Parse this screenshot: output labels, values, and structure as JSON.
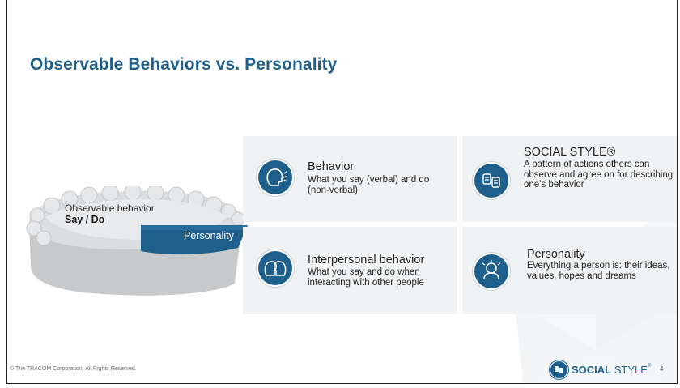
{
  "slide": {
    "title": "Observable Behaviors vs. Personality",
    "page_number": "4",
    "footer": "© The TRACOM Corporation. All Rights Reserved."
  },
  "pie": {
    "observable_label": "Observable behavior",
    "say_do_label": "Say / Do",
    "personality_label": "Personality",
    "crust_color": "#d7d8d9",
    "slice_color": "#1f5f8b"
  },
  "cards": [
    {
      "title": "Behavior",
      "text": "What you say (verbal) and do (non-verbal)",
      "icon": "head-speaking-icon"
    },
    {
      "title": "SOCIAL STYLE®",
      "text": "A pattern of actions others can observe and agree on for describing one’s behavior",
      "icon": "hands-shaking-icon"
    },
    {
      "title": "Interpersonal behavior",
      "text": "What you say and do when interacting with other people",
      "icon": "two-heads-talking-icon"
    },
    {
      "title": "Personality",
      "text": "Everything a person is: their ideas, values, hopes and dreams",
      "icon": "person-thinking-icon"
    }
  ],
  "logo": {
    "bold": "SOCIAL",
    "light": "STYLE",
    "mark": "®"
  },
  "colors": {
    "accent": "#1f5f8b",
    "card_bg": "#f1f2f3"
  }
}
